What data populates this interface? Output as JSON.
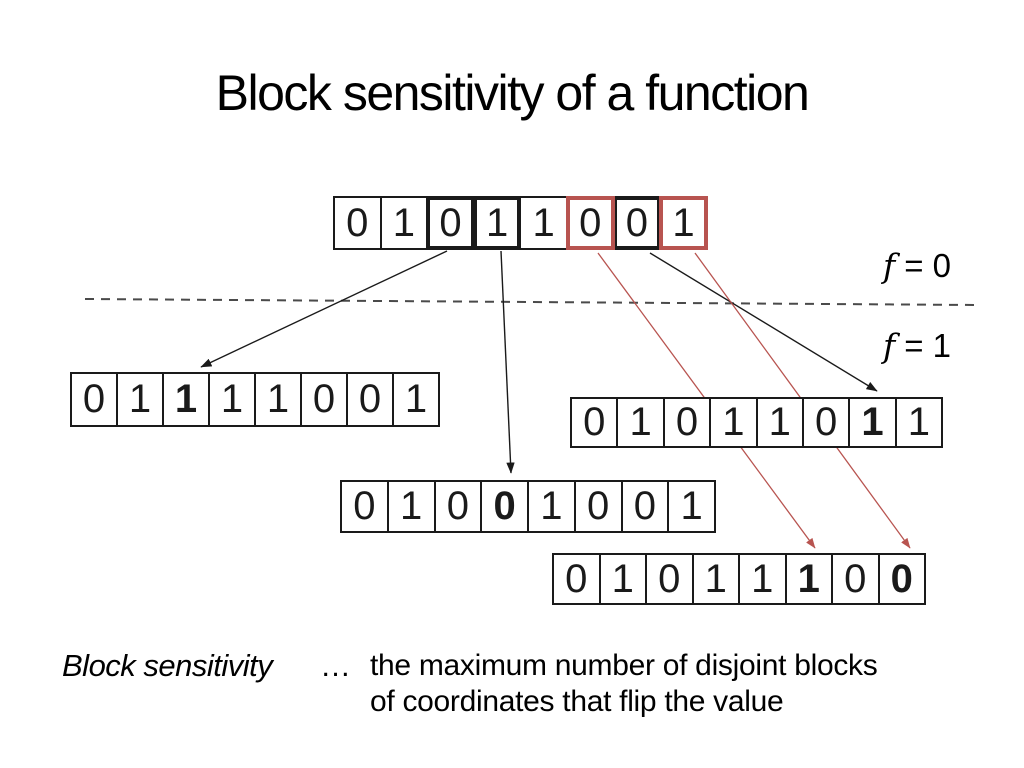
{
  "title": "Block sensitivity of a function",
  "labels": {
    "f0": {
      "var": "f",
      "rest": "= 0"
    },
    "f1": {
      "var": "f",
      "rest": "= 1"
    }
  },
  "rows": [
    {
      "name": "input",
      "cells": [
        {
          "v": "0"
        },
        {
          "v": "1"
        },
        {
          "v": "0",
          "block": "black"
        },
        {
          "v": "1",
          "block": "black"
        },
        {
          "v": "1"
        },
        {
          "v": "0",
          "block": "red"
        },
        {
          "v": "0",
          "block": "black"
        },
        {
          "v": "1",
          "block": "red"
        }
      ]
    },
    {
      "name": "left",
      "cells": [
        {
          "v": "0"
        },
        {
          "v": "1"
        },
        {
          "v": "1",
          "bold": true
        },
        {
          "v": "1"
        },
        {
          "v": "1"
        },
        {
          "v": "0"
        },
        {
          "v": "0"
        },
        {
          "v": "1"
        }
      ]
    },
    {
      "name": "mid",
      "cells": [
        {
          "v": "0"
        },
        {
          "v": "1"
        },
        {
          "v": "0"
        },
        {
          "v": "0",
          "bold": true
        },
        {
          "v": "1"
        },
        {
          "v": "0"
        },
        {
          "v": "0"
        },
        {
          "v": "1"
        }
      ]
    },
    {
      "name": "right",
      "cells": [
        {
          "v": "0"
        },
        {
          "v": "1"
        },
        {
          "v": "0"
        },
        {
          "v": "1"
        },
        {
          "v": "1"
        },
        {
          "v": "0"
        },
        {
          "v": "1",
          "bold": true
        },
        {
          "v": "1"
        }
      ]
    },
    {
      "name": "bottom",
      "cells": [
        {
          "v": "0"
        },
        {
          "v": "1"
        },
        {
          "v": "0"
        },
        {
          "v": "1"
        },
        {
          "v": "1"
        },
        {
          "v": "1",
          "bold": true
        },
        {
          "v": "0"
        },
        {
          "v": "0",
          "bold": true
        }
      ]
    }
  ],
  "caption": {
    "term": "Block sensitivity",
    "ellipsis": "…",
    "line1": "the maximum number of disjoint blocks",
    "line2": "of coordinates that flip the value"
  },
  "colors": {
    "ink": "#1a1a1a",
    "block_red": "#b85450",
    "dash_gray": "#4a4a4a"
  }
}
